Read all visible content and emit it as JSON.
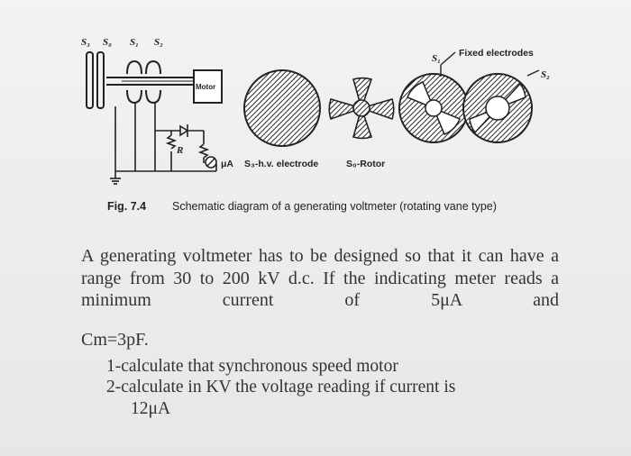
{
  "figure": {
    "labels": {
      "s3": "S₃",
      "s0": "S₀",
      "s1": "S₁",
      "s2": "S₂",
      "motor": "Motor",
      "resistor": "R",
      "microammeter": "μA",
      "hv_electrode": "S₃-h.v. electrode",
      "rotor": "S₀-Rotor",
      "s1_right": "S₁",
      "fixed_electrodes": "Fixed electrodes",
      "s2_right": "S₂"
    },
    "caption_number": "Fig. 7.4",
    "caption_text": "Schematic diagram of a generating voltmeter (rotating vane type)"
  },
  "problem": {
    "statement": "A generating voltmeter has to be designed so that it can have a range from 30 to 200 kV d.c. If the indicating meter reads a minimum current of 5μA and",
    "capacitance": "Cm=3pF.",
    "question_1": "1-calculate  that synchronous speed motor",
    "question_2_line1": "2-calculate in KV the voltage reading if current is",
    "question_2_line2": "12μA"
  }
}
